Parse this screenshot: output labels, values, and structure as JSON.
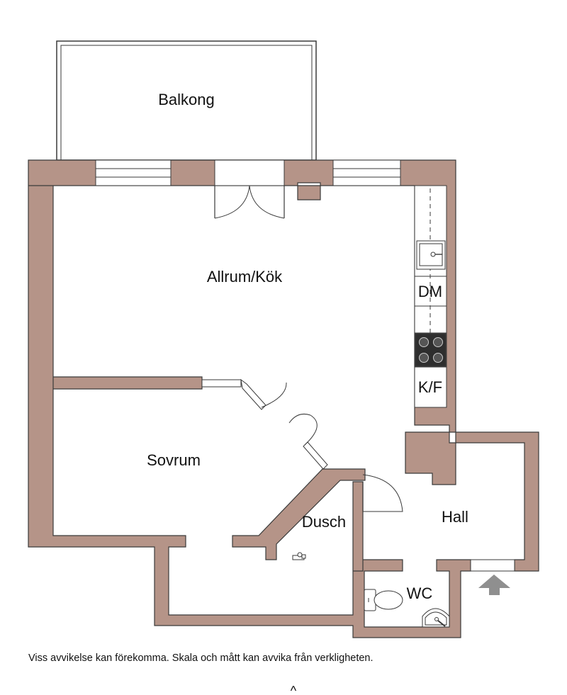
{
  "colors": {
    "wall": "#b59488",
    "outline": "#3a3a3a",
    "floor": "#ffffff",
    "arrow": "#8f8f8f",
    "hob": "#2e2e2e"
  },
  "rooms": {
    "balkong": "Balkong",
    "allrum_kok": "Allrum/Kök",
    "sovrum": "Sovrum",
    "dusch": "Dusch",
    "hall": "Hall",
    "wc": "WC"
  },
  "appliances": {
    "dishwasher": "DM",
    "fridge_freezer": "K/F"
  },
  "icons": {
    "entrance": "entrance-arrow-icon",
    "compass": "north-caret-icon"
  },
  "compass_glyph": "^",
  "disclaimer": "Viss avvikelse kan förekomma. Skala och mått kan avvika från verkligheten."
}
